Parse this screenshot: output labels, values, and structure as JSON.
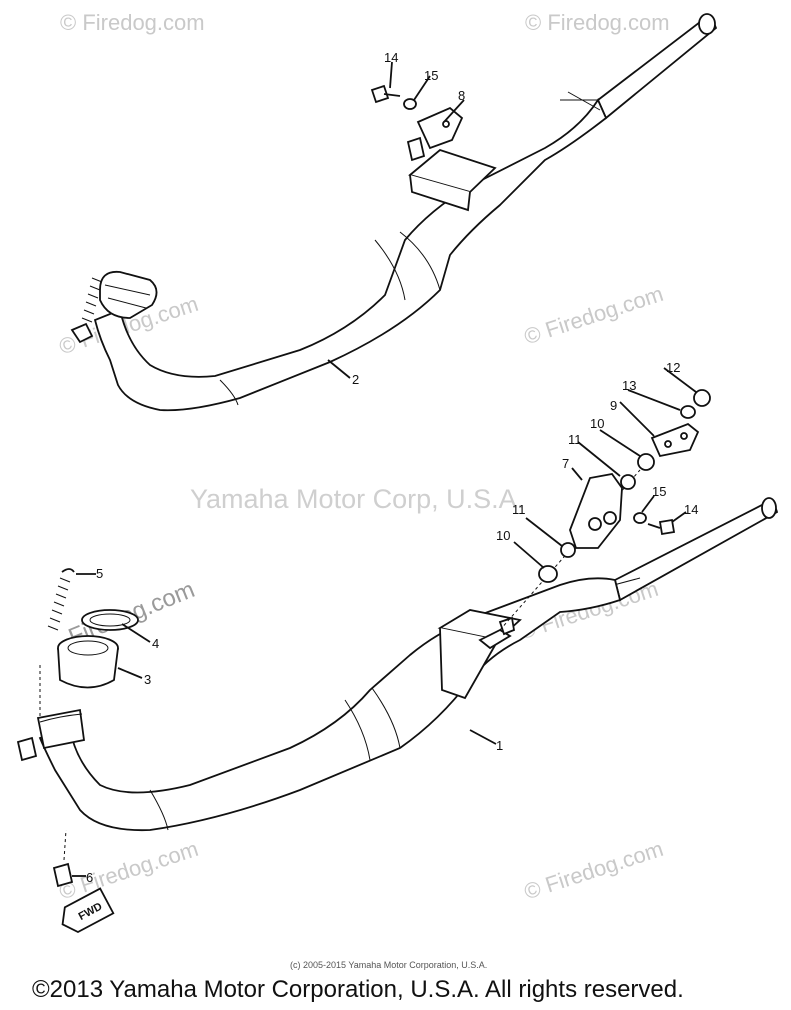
{
  "watermarks": {
    "firedog": "© Firedog.com",
    "firedog_domain": "Firedog.com",
    "center": "Yamaha Motor Corp, U.S.A."
  },
  "callouts": {
    "c1": "1",
    "c2": "2",
    "c3": "3",
    "c4": "4",
    "c5": "5",
    "c6": "6",
    "c7": "7",
    "c8": "8",
    "c9": "9",
    "c10a": "10",
    "c10b": "10",
    "c11a": "11",
    "c11b": "11",
    "c12": "12",
    "c13": "13",
    "c14a": "14",
    "c14b": "14",
    "c15a": "15",
    "c15b": "15"
  },
  "fwd_label": "FWD",
  "small_copyright": "(c) 2005-2015 Yamaha Motor Corporation, U.S.A.",
  "copyright": "©2013 Yamaha Motor Corporation, U.S.A. All rights reserved."
}
